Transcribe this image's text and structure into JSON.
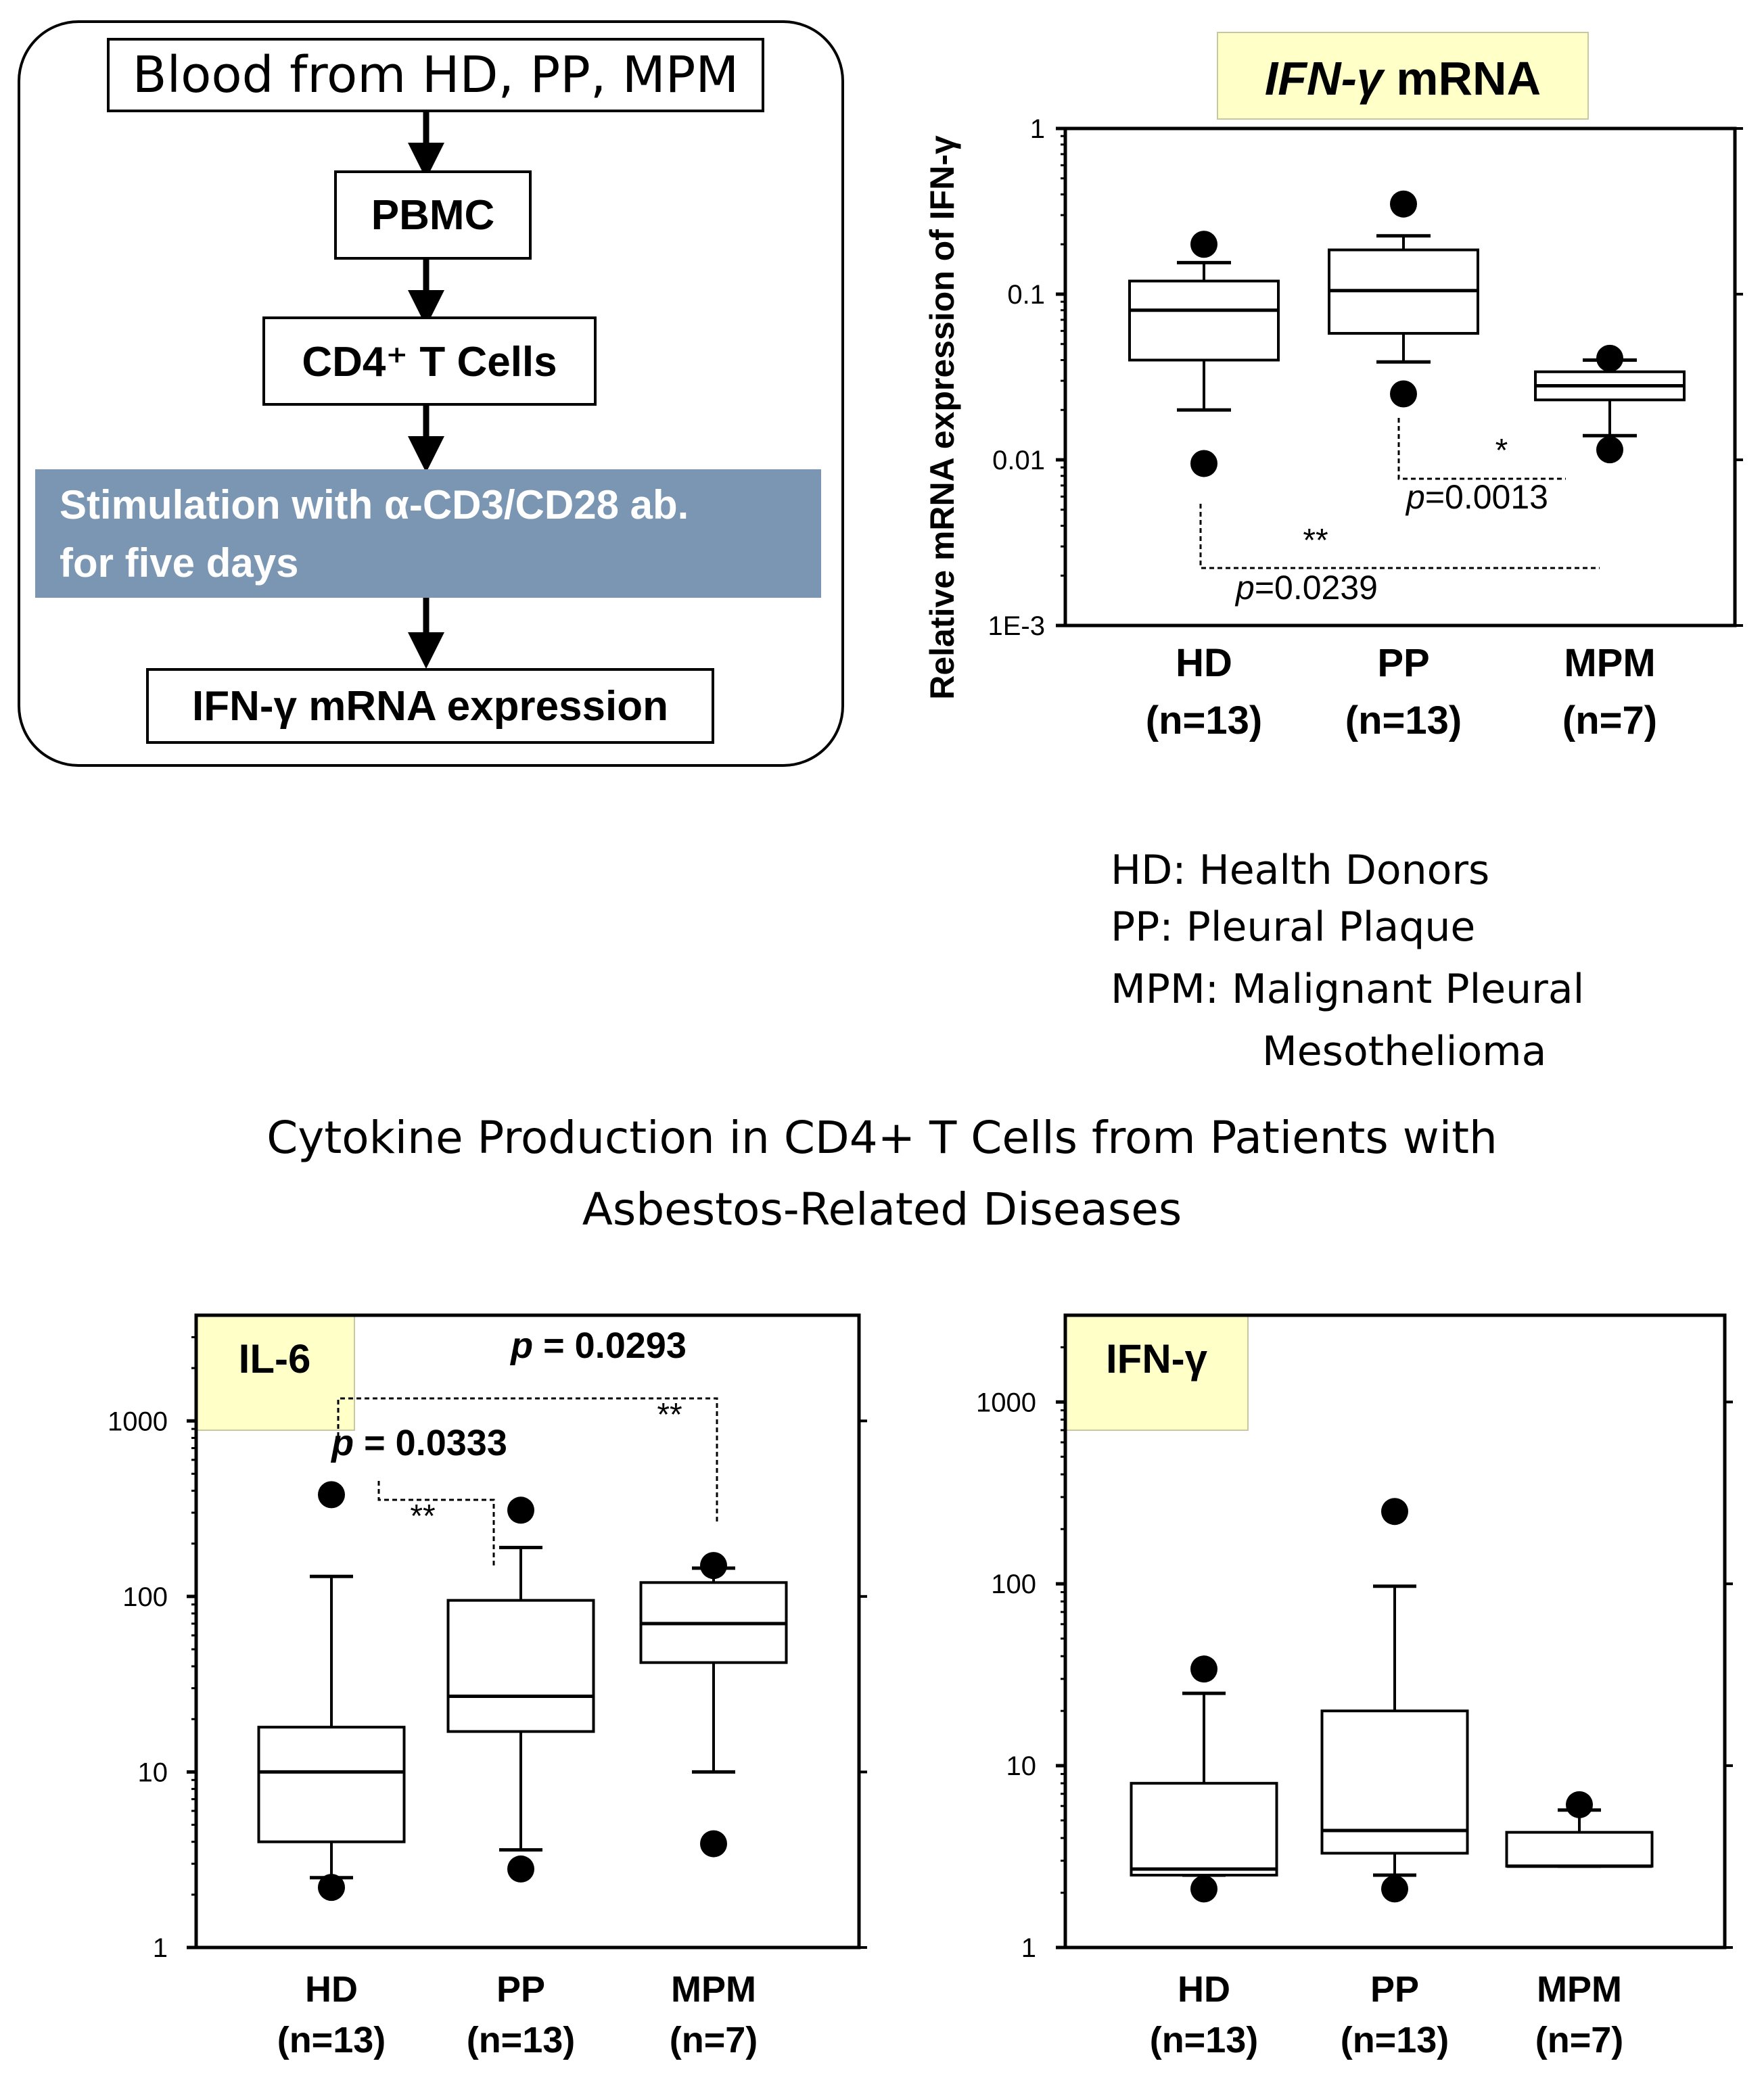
{
  "flowchart": {
    "steps": [
      "Blood from HD, PP, MPM",
      "PBMC",
      "CD4⁺ T Cells",
      "Stimulation with α-CD3/CD28 ab.",
      "for five days",
      "IFN-γ mRNA expression"
    ]
  },
  "legend": {
    "lines": [
      "HD: Health Donors",
      "PP: Pleural Plaque",
      "MPM: Malignant Pleural",
      "Mesothelioma"
    ]
  },
  "main_title": {
    "line1": "Cytokine Production in CD4+ T Cells from Patients with",
    "line2": "Asbestos-Related Diseases"
  },
  "chart_data": [
    {
      "type": "box",
      "title": "IFN-γ mRNA",
      "ylabel": "Relative mRNA expression of IFN-γ",
      "yscale": "log",
      "ylim": [
        0.001,
        1
      ],
      "yticks": [
        {
          "value": 1,
          "label": "1"
        },
        {
          "value": 0.1,
          "label": "0.1"
        },
        {
          "value": 0.01,
          "label": "0.01"
        },
        {
          "value": 0.001,
          "label": "1E-3"
        }
      ],
      "categories": [
        {
          "name": "HD",
          "n": "(n=13)"
        },
        {
          "name": "PP",
          "n": "(n=13)"
        },
        {
          "name": "MPM",
          "n": "(n=7)"
        }
      ],
      "boxes": [
        {
          "whisker_low": 0.02,
          "q1": 0.04,
          "median": 0.08,
          "q3": 0.12,
          "whisker_high": 0.155,
          "outliers": [
            0.2,
            0.0095
          ]
        },
        {
          "whisker_low": 0.039,
          "q1": 0.058,
          "median": 0.105,
          "q3": 0.185,
          "whisker_high": 0.225,
          "outliers": [
            0.35,
            0.025
          ]
        },
        {
          "whisker_low": 0.014,
          "q1": 0.023,
          "median": 0.028,
          "q3": 0.034,
          "whisker_high": 0.04,
          "outliers": [
            0.041,
            0.0115
          ]
        }
      ],
      "comparisons": [
        {
          "from": 1,
          "to": 2,
          "stars": "*",
          "p": "p=0.0013"
        },
        {
          "from": 0,
          "to": 2,
          "stars": "**",
          "p": "p=0.0239"
        }
      ]
    },
    {
      "type": "box",
      "title": "IL-6",
      "yscale": "log",
      "ylim": [
        1,
        4000
      ],
      "yticks": [
        {
          "value": 1,
          "label": "1"
        },
        {
          "value": 10,
          "label": "10"
        },
        {
          "value": 100,
          "label": "100"
        },
        {
          "value": 1000,
          "label": "1000"
        }
      ],
      "categories": [
        {
          "name": "HD",
          "n": "(n=13)"
        },
        {
          "name": "PP",
          "n": "(n=13)"
        },
        {
          "name": "MPM",
          "n": "(n=7)"
        }
      ],
      "boxes": [
        {
          "whisker_low": 2.5,
          "q1": 4,
          "median": 10,
          "q3": 18,
          "whisker_high": 130,
          "outliers": [
            380,
            2.2
          ]
        },
        {
          "whisker_low": 3.6,
          "q1": 17,
          "median": 27,
          "q3": 95,
          "whisker_high": 190,
          "outliers": [
            310,
            2.8
          ]
        },
        {
          "whisker_low": 10,
          "q1": 42,
          "median": 70,
          "q3": 120,
          "whisker_high": 145,
          "outliers": [
            150,
            3.9
          ]
        }
      ],
      "comparisons": [
        {
          "from": 0,
          "to": 1,
          "stars": "**",
          "p": "p = 0.0333"
        },
        {
          "from": 0,
          "to": 2,
          "stars": "**",
          "p": "p = 0.0293"
        }
      ]
    },
    {
      "type": "box",
      "title": "IFN-γ",
      "yscale": "log",
      "ylim": [
        1,
        3000
      ],
      "yticks": [
        {
          "value": 1,
          "label": "1"
        },
        {
          "value": 10,
          "label": "10"
        },
        {
          "value": 100,
          "label": "100"
        },
        {
          "value": 1000,
          "label": "1000"
        }
      ],
      "categories": [
        {
          "name": "HD",
          "n": "(n=13)"
        },
        {
          "name": "PP",
          "n": "(n=13)"
        },
        {
          "name": "MPM",
          "n": "(n=7)"
        }
      ],
      "boxes": [
        {
          "whisker_low": 2.5,
          "q1": 2.5,
          "median": 2.7,
          "q3": 8,
          "whisker_high": 25,
          "outliers": [
            34,
            2.1
          ]
        },
        {
          "whisker_low": 2.5,
          "q1": 3.3,
          "median": 4.4,
          "q3": 20,
          "whisker_high": 97,
          "outliers": [
            250,
            2.1
          ]
        },
        {
          "whisker_low": 2.8,
          "q1": 2.8,
          "median": 2.8,
          "q3": 4.3,
          "whisker_high": 5.7,
          "outliers": [
            6.1
          ]
        }
      ],
      "comparisons": []
    }
  ]
}
